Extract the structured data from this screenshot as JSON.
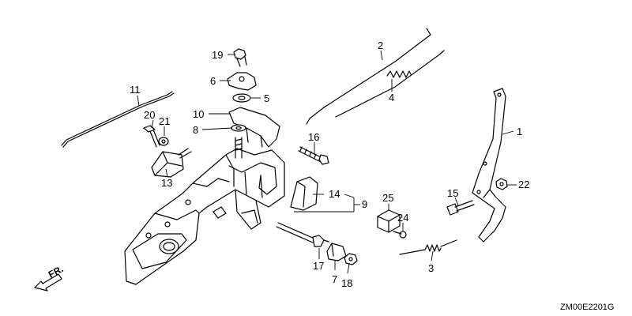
{
  "diagram": {
    "drawing_code": "ZM00E2201G",
    "direction_label": "FR.",
    "callouts": [
      {
        "id": "c1",
        "label": "1"
      },
      {
        "id": "c2",
        "label": "2"
      },
      {
        "id": "c3",
        "label": "3"
      },
      {
        "id": "c4",
        "label": "4"
      },
      {
        "id": "c5",
        "label": "5"
      },
      {
        "id": "c6",
        "label": "6"
      },
      {
        "id": "c7",
        "label": "7"
      },
      {
        "id": "c8",
        "label": "8"
      },
      {
        "id": "c9",
        "label": "9"
      },
      {
        "id": "c10",
        "label": "10"
      },
      {
        "id": "c11",
        "label": "11"
      },
      {
        "id": "c13",
        "label": "13"
      },
      {
        "id": "c14",
        "label": "14"
      },
      {
        "id": "c15",
        "label": "15"
      },
      {
        "id": "c16",
        "label": "16"
      },
      {
        "id": "c17",
        "label": "17"
      },
      {
        "id": "c18",
        "label": "18"
      },
      {
        "id": "c19",
        "label": "19"
      },
      {
        "id": "c20",
        "label": "20"
      },
      {
        "id": "c21",
        "label": "21"
      },
      {
        "id": "c22",
        "label": "22"
      },
      {
        "id": "c24",
        "label": "24"
      },
      {
        "id": "c25",
        "label": "25"
      }
    ]
  }
}
